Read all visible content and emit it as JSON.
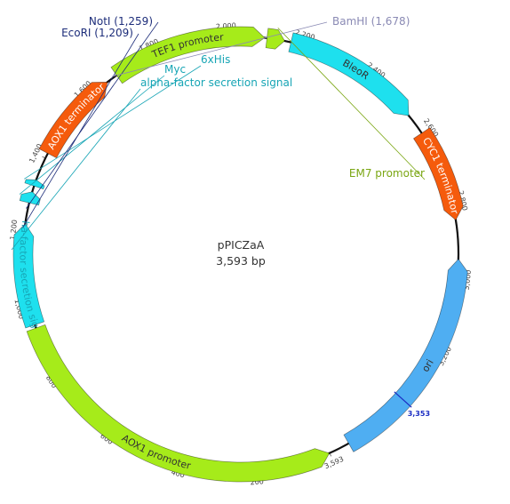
{
  "plasmid": {
    "name": "pPICZaA",
    "size_label": "3,593 bp",
    "length_bp": 3593,
    "backbone_color": "#111111"
  },
  "features": [
    {
      "name": "AOX1 promoter",
      "start": 1,
      "end": 941,
      "direction": "reverse",
      "color": "#a6eb1a",
      "text_color": "#333333"
    },
    {
      "name": "alpha-factor secretion signal",
      "start": 950,
      "end": 1219,
      "direction": "forward",
      "color": "#1ee0ee",
      "text_color": "#17a5b5"
    },
    {
      "name": "Myc",
      "start": 1275,
      "end": 1305,
      "direction": "forward",
      "color": "#1ee0ee",
      "text_color": "#17a5b5"
    },
    {
      "name": "6xHis",
      "start": 1321,
      "end": 1338,
      "direction": "forward",
      "color": "#1ee0ee",
      "text_color": "#17a5b5"
    },
    {
      "name": "AOX1 terminator",
      "start": 1414,
      "end": 1660,
      "direction": "forward",
      "color": "#f55b0c",
      "text_color": "#ffffff"
    },
    {
      "name": "TEF1 promoter",
      "start": 1690,
      "end": 2100,
      "direction": "forward",
      "color": "#a6eb1a",
      "text_color": "#333333"
    },
    {
      "name": "EM7 promoter",
      "start": 2106,
      "end": 2153,
      "direction": "forward",
      "color": "#a6eb1a",
      "text_color": "#7aa612"
    },
    {
      "name": "BleoR",
      "start": 2170,
      "end": 2541,
      "direction": "forward",
      "color": "#1ee0ee",
      "text_color": "#333333"
    },
    {
      "name": "CYC1 terminator",
      "start": 2598,
      "end": 2845,
      "direction": "forward",
      "color": "#f55b0c",
      "text_color": "#ffffff"
    },
    {
      "name": "ori",
      "start": 2948,
      "end": 3537,
      "direction": "reverse",
      "color": "#4faef2",
      "text_color": "#333333"
    }
  ],
  "sites": [
    {
      "label": "NotI (1,259)",
      "position": 1259,
      "color": "#1d2d7a"
    },
    {
      "label": "EcoRI (1,209)",
      "position": 1209,
      "color": "#1d2d7a"
    },
    {
      "label": "BamHI (1,678)",
      "position": 1678,
      "color": "#8a8ab4"
    }
  ],
  "ticks": [
    {
      "position": 200,
      "label": "200"
    },
    {
      "position": 400,
      "label": "400"
    },
    {
      "position": 600,
      "label": "600"
    },
    {
      "position": 800,
      "label": "800"
    },
    {
      "position": 1000,
      "label": "1,000"
    },
    {
      "position": 1200,
      "label": "1,200"
    },
    {
      "position": 1400,
      "label": "1,400"
    },
    {
      "position": 1600,
      "label": "1,600"
    },
    {
      "position": 1800,
      "label": "1,800"
    },
    {
      "position": 2000,
      "label": "2,000"
    },
    {
      "position": 2200,
      "label": "2,200"
    },
    {
      "position": 2400,
      "label": "2,400"
    },
    {
      "position": 2600,
      "label": "2,600"
    },
    {
      "position": 2800,
      "label": "2,800"
    },
    {
      "position": 3000,
      "label": "3,000"
    },
    {
      "position": 3200,
      "label": "3,200"
    },
    {
      "position": 3593,
      "label": "3,593"
    }
  ],
  "markers": [
    {
      "label": "3,353",
      "position": 3353,
      "color": "#1a2cc2"
    }
  ]
}
